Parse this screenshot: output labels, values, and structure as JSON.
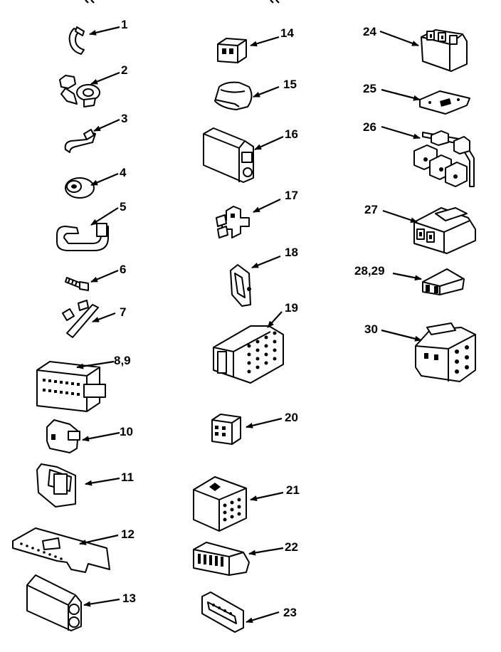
{
  "labels": {
    "p1": "1",
    "p2": "2",
    "p3": "3",
    "p4": "4",
    "p5": "5",
    "p6": "6",
    "p7": "7",
    "p8_9": "8,9",
    "p10": "10",
    "p11": "11",
    "p12": "12",
    "p13": "13",
    "p14": "14",
    "p15": "15",
    "p16": "16",
    "p17": "17",
    "p18": "18",
    "p19": "19",
    "p20": "20",
    "p21": "21",
    "p22": "22",
    "p23": "23",
    "p24": "24",
    "p25": "25",
    "p26": "26",
    "p27": "27",
    "p28_29": "28,29",
    "p30": "30"
  }
}
